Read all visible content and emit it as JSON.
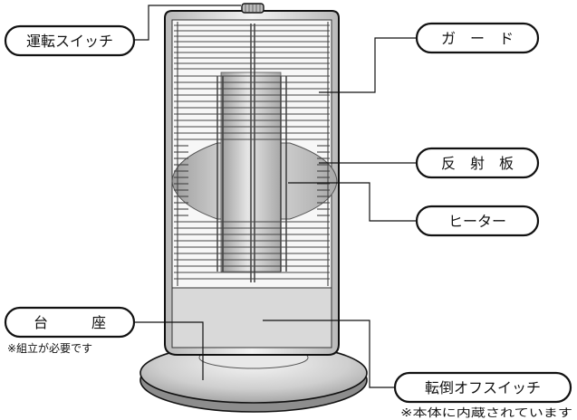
{
  "labels": {
    "operation_switch": "運転スイッチ",
    "guard": "ガ　ー　ド",
    "reflector": "反　射　板",
    "heater": "ヒーター",
    "base": "台　　　座",
    "tip_over_switch": "転倒オフスイッチ"
  },
  "notes": {
    "base_note": "※組立が必要です",
    "tip_over_note": "※本体に内蔵されています"
  },
  "colors": {
    "outline": "#111111",
    "body_gray": "#d6d6d6",
    "panel_gray": "#c4c4c4",
    "reflector_gray": "#b8b8b8",
    "base_gray": "#c9c9c9"
  }
}
